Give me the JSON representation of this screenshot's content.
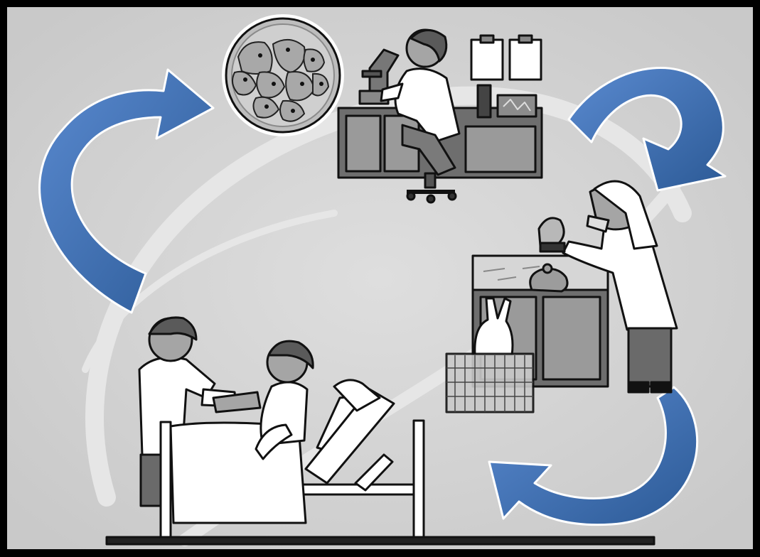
{
  "diagram": {
    "kind": "cycle",
    "colors": {
      "frame": "#000000",
      "background": "#d2d2d2",
      "swoosh": "#e2e2e2",
      "arrow": "#3f6fb6",
      "arrow_dark": "#27507f",
      "outline": "#111111",
      "figure_fill": "#ffffff",
      "skin": "#a5a5a5",
      "hair": "#5a5a5a",
      "furniture": "#6e6e6e",
      "furniture_panel": "#9a9a9a"
    },
    "stages": [
      {
        "id": "cell-culture",
        "icon": "petri-dish-icon"
      },
      {
        "id": "laboratory-research",
        "icon": "scientist-at-microscope-icon"
      },
      {
        "id": "animal-testing",
        "icon": "scientist-with-animals-icon"
      },
      {
        "id": "clinical-trial",
        "icon": "doctor-with-patient-icon"
      }
    ],
    "arrows": [
      {
        "from": "clinical-trial",
        "to": "cell-culture",
        "direction": "clockwise"
      },
      {
        "from": "laboratory-research",
        "to": "animal-testing",
        "direction": "clockwise"
      },
      {
        "from": "animal-testing",
        "to": "clinical-trial",
        "direction": "clockwise"
      }
    ]
  }
}
